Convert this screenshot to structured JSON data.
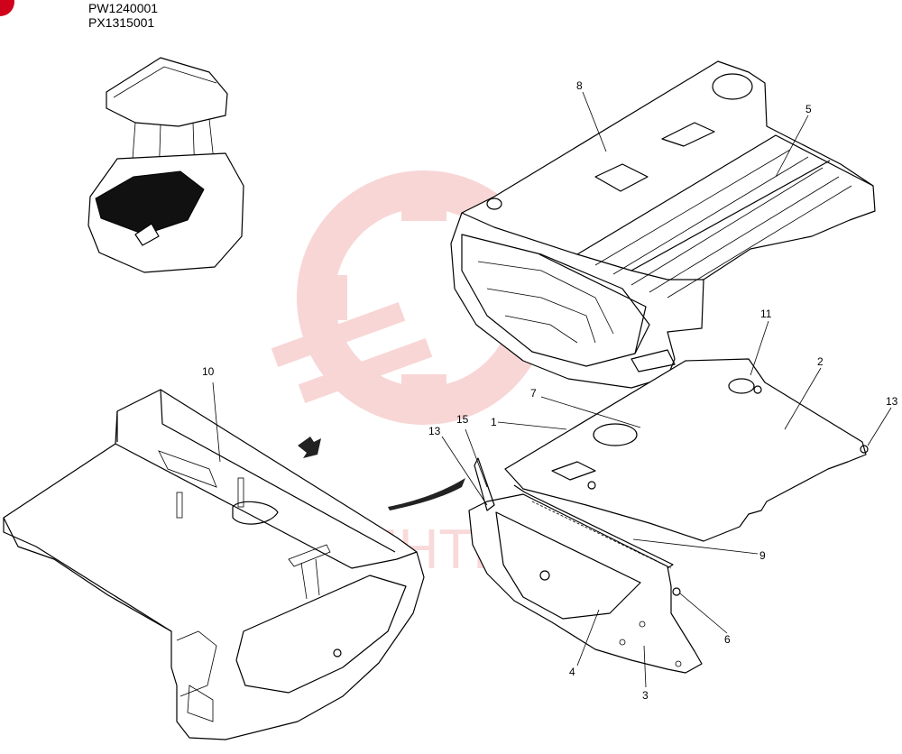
{
  "header": {
    "serial_1": "PW1240001",
    "serial_2": "PX1315001"
  },
  "watermark": {
    "text": "MHTEX",
    "color": "#f4b5b5"
  },
  "badge_color": "#d0021b",
  "callouts": {
    "c1": "1",
    "c2": "2",
    "c3": "3",
    "c4": "4",
    "c5": "5",
    "c6": "6",
    "c7": "7",
    "c8": "8",
    "c9": "9",
    "c10": "10",
    "c11": "11",
    "c13a": "13",
    "c13b": "13",
    "c15": "15"
  }
}
